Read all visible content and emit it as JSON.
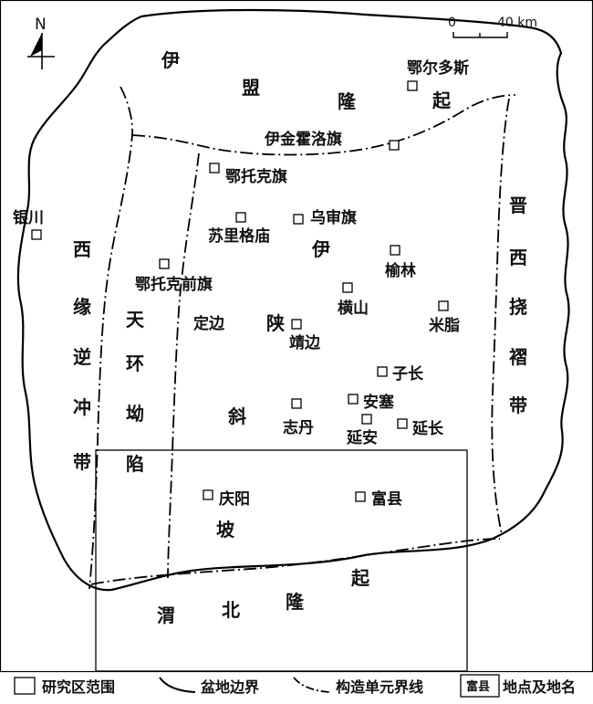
{
  "north_arrow": {
    "label": "N"
  },
  "scale_bar": {
    "start_label": "0",
    "end_label": "40 km"
  },
  "structural_units": [
    {
      "id": "yimeng-uplift",
      "chars": [
        "伊",
        "盟",
        "隆",
        "起"
      ]
    },
    {
      "id": "western-thrust-belt",
      "chars": [
        "西",
        "缘",
        "逆",
        "冲",
        "带"
      ]
    },
    {
      "id": "tianhuan-depression",
      "chars": [
        "天",
        "环",
        "坳",
        "陷"
      ]
    },
    {
      "id": "yishan-slope",
      "chars": [
        "伊",
        "陕",
        "斜",
        "坡"
      ]
    },
    {
      "id": "jinxi-fold-belt",
      "chars": [
        "晋",
        "西",
        "挠",
        "褶",
        "带"
      ]
    },
    {
      "id": "weibei-uplift",
      "chars": [
        "渭",
        "北",
        "隆",
        "起"
      ]
    }
  ],
  "places": [
    {
      "id": "eerduosi",
      "name": "鄂尔多斯"
    },
    {
      "id": "yijinhuoluoqi",
      "name": "伊金霍洛旗"
    },
    {
      "id": "etuokeqi",
      "name": "鄂托克旗"
    },
    {
      "id": "wushenqi",
      "name": "乌审旗"
    },
    {
      "id": "sulige",
      "name": "苏里格庙"
    },
    {
      "id": "yinchuan",
      "name": "银川"
    },
    {
      "id": "etuokeqianqi",
      "name": "鄂托克前旗"
    },
    {
      "id": "yulin",
      "name": "榆林"
    },
    {
      "id": "hengshan",
      "name": "横山"
    },
    {
      "id": "mizhi",
      "name": "米脂"
    },
    {
      "id": "dingbian",
      "name": "定边"
    },
    {
      "id": "jingbian",
      "name": "靖边"
    },
    {
      "id": "zichang",
      "name": "子长"
    },
    {
      "id": "ansai",
      "name": "安塞"
    },
    {
      "id": "zhidan",
      "name": "志丹"
    },
    {
      "id": "yanan",
      "name": "延安"
    },
    {
      "id": "yanchang",
      "name": "延长"
    },
    {
      "id": "qingyang",
      "name": "庆阳"
    },
    {
      "id": "fuxian",
      "name": "富县"
    }
  ],
  "legend": {
    "study_area": "研究区范围",
    "basin_boundary": "盆地边界",
    "unit_boundary": "构造单元界线",
    "place_symbol_text": "富县",
    "place_label": "地点及地名"
  }
}
